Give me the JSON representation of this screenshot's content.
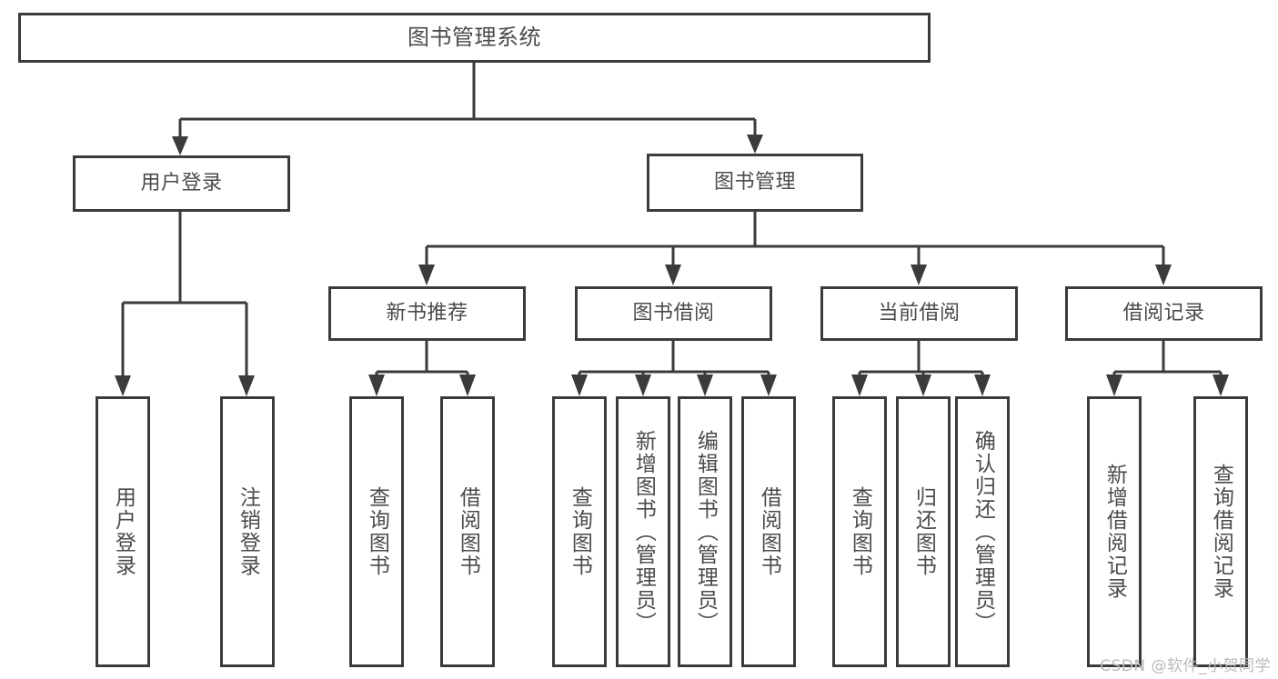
{
  "diagram": {
    "title": "图书管理系统",
    "type": "tree",
    "colors": {
      "stroke": "#3b3b3b",
      "fill": "#ffffff",
      "text": "#4b4b4b",
      "watermark": "#b9b9b9"
    },
    "nodes": {
      "root": {
        "label": "图书管理系统"
      },
      "level2": [
        {
          "label": "用户登录"
        },
        {
          "label": "图书管理"
        }
      ],
      "level3": [
        {
          "label": "新书推荐"
        },
        {
          "label": "图书借阅"
        },
        {
          "label": "当前借阅"
        },
        {
          "label": "借阅记录"
        }
      ],
      "leaves": {
        "user_login": [
          {
            "label": "用户登录"
          },
          {
            "label": "注销登录"
          }
        ],
        "new_book": [
          {
            "label": "查询图书"
          },
          {
            "label": "借阅图书"
          }
        ],
        "book_borrow": [
          {
            "label": "查询图书"
          },
          {
            "label": "新增图书（管理员）"
          },
          {
            "label": "编辑图书（管理员）"
          },
          {
            "label": "借阅图书"
          }
        ],
        "current_borrow": [
          {
            "label": "查询图书"
          },
          {
            "label": "归还图书"
          },
          {
            "label": "确认归还（管理员）"
          }
        ],
        "borrow_record": [
          {
            "label": "新增借阅记录"
          },
          {
            "label": "查询借阅记录"
          }
        ]
      }
    },
    "watermark": "CSDN @软件_小贺同学"
  }
}
